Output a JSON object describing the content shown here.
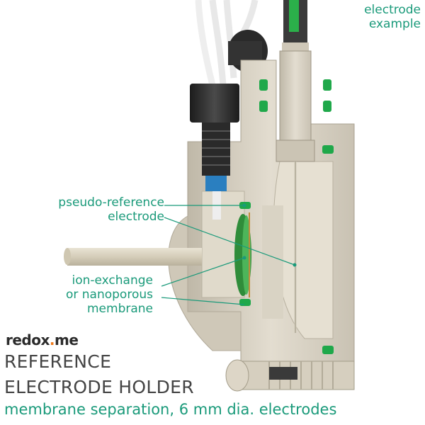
{
  "labels": {
    "electrode_example": [
      "electrode",
      "example"
    ],
    "pseudo_reference": [
      "pseudo-reference",
      "electrode"
    ],
    "membrane": [
      "ion-exchange",
      "or nanoporous",
      "membrane"
    ]
  },
  "brand": {
    "name_left": "redox",
    "name_dot": ".",
    "name_right": "me"
  },
  "title": {
    "line1": "REFERENCE",
    "line2": "ELECTRODE HOLDER"
  },
  "subtitle": "membrane separation, 6 mm dia. electrodes",
  "colors": {
    "accent": "#1a9a7a",
    "body": "#d8d2c4",
    "brand_dot": "#f07a1a",
    "oring": "#1fa84a",
    "electrode": "#2bb04a",
    "port": "#2a7fc0"
  }
}
